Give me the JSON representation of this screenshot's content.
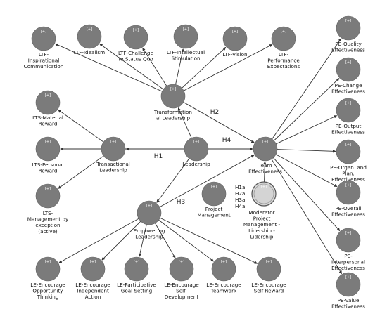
{
  "node_marker": "[+]",
  "colors": {
    "node_fill": "#7b7b7b",
    "moderator_fill": "#d4d4d4",
    "edge": "#333333",
    "text": "#111111"
  },
  "nodes": [
    {
      "id": "ltf-ic",
      "lines": [
        "LTF-",
        "Inspirational",
        "Communication"
      ],
      "shape": "circle"
    },
    {
      "id": "ltf-id",
      "lines": [
        "LTF-Idealism"
      ],
      "shape": "circle"
    },
    {
      "id": "ltf-cs",
      "lines": [
        "LTF-Challenge",
        "to Status Quo"
      ],
      "shape": "circle"
    },
    {
      "id": "ltf-is",
      "lines": [
        "LTF-Intellectual",
        "Stimulation"
      ],
      "shape": "circle"
    },
    {
      "id": "ltf-v",
      "lines": [
        "LTF-Vision"
      ],
      "shape": "circle"
    },
    {
      "id": "ltf-pe",
      "lines": [
        "LTF-",
        "Performance",
        "Expectations"
      ],
      "shape": "circle"
    },
    {
      "id": "tfl",
      "lines": [
        "Transformation",
        "al Leadership"
      ],
      "shape": "circle"
    },
    {
      "id": "lts-mr",
      "lines": [
        "LTS-Material",
        "Reward"
      ],
      "shape": "circle"
    },
    {
      "id": "lts-pr",
      "lines": [
        "LTS-Personal",
        "Reward"
      ],
      "shape": "circle"
    },
    {
      "id": "lts-me",
      "lines": [
        "LTS-",
        "Management by",
        "exception",
        "(active)"
      ],
      "shape": "circle"
    },
    {
      "id": "tsl",
      "lines": [
        "Transactional",
        "Leadership"
      ],
      "shape": "circle"
    },
    {
      "id": "lead",
      "lines": [
        "Leadership"
      ],
      "shape": "circle"
    },
    {
      "id": "te",
      "lines": [
        "Team",
        "Effectiveness"
      ],
      "shape": "circle"
    },
    {
      "id": "pm",
      "lines": [
        "Project",
        "Management"
      ],
      "shape": "circle"
    },
    {
      "id": "mod",
      "lines": [
        "Moderator",
        "Project",
        "Management -",
        "Lidership -",
        "Lidership"
      ],
      "shape": "moderator"
    },
    {
      "id": "el",
      "lines": [
        "Empowering",
        "Leadership"
      ],
      "shape": "circle"
    },
    {
      "id": "le-oot",
      "lines": [
        "LE-Encourage",
        "Opportunity",
        "Thinking"
      ],
      "shape": "circle"
    },
    {
      "id": "le-ia",
      "lines": [
        "LE-Encourage",
        "Independent",
        "Action"
      ],
      "shape": "circle"
    },
    {
      "id": "le-pgs",
      "lines": [
        "LE-Participative",
        "Goal Setting"
      ],
      "shape": "circle"
    },
    {
      "id": "le-sd",
      "lines": [
        "LE-Encourage",
        "Self-",
        "Development"
      ],
      "shape": "circle"
    },
    {
      "id": "le-tw",
      "lines": [
        "LE-Encourage",
        "Teamwork"
      ],
      "shape": "circle"
    },
    {
      "id": "le-sr",
      "lines": [
        "LE-Encourage",
        "Self-Reward"
      ],
      "shape": "circle"
    },
    {
      "id": "pe-q",
      "lines": [
        "PE-Quality",
        "Effectiveness"
      ],
      "shape": "circle"
    },
    {
      "id": "pe-c",
      "lines": [
        "PE-Change",
        "Effectiveness"
      ],
      "shape": "circle"
    },
    {
      "id": "pe-o",
      "lines": [
        "PE-Output",
        "Effectiveness"
      ],
      "shape": "circle"
    },
    {
      "id": "pe-op",
      "lines": [
        "PE-Organ. and",
        "Plan.",
        "Effectiveness"
      ],
      "shape": "circle"
    },
    {
      "id": "pe-ov",
      "lines": [
        "PE-Overall",
        "Effectiveness"
      ],
      "shape": "circle"
    },
    {
      "id": "pe-ip",
      "lines": [
        "PE-",
        "Interpersonal",
        "Effectiveness"
      ],
      "shape": "circle"
    },
    {
      "id": "pe-v",
      "lines": [
        "PE-Value",
        "Effectiveness"
      ],
      "shape": "circle"
    }
  ],
  "edges": [
    {
      "from": "tfl",
      "to": "ltf-ic"
    },
    {
      "from": "tfl",
      "to": "ltf-id"
    },
    {
      "from": "tfl",
      "to": "ltf-cs"
    },
    {
      "from": "tfl",
      "to": "ltf-is"
    },
    {
      "from": "tfl",
      "to": "ltf-v"
    },
    {
      "from": "tfl",
      "to": "ltf-pe"
    },
    {
      "from": "lead",
      "to": "tfl"
    },
    {
      "from": "tfl",
      "to": "te",
      "label": "H2"
    },
    {
      "from": "tsl",
      "to": "lts-mr"
    },
    {
      "from": "tsl",
      "to": "lts-pr"
    },
    {
      "from": "tsl",
      "to": "lts-me"
    },
    {
      "from": "lead",
      "to": "tsl"
    },
    {
      "from": "tsl",
      "to": "te",
      "label": "H1"
    },
    {
      "from": "lead",
      "to": "te",
      "label": "H4"
    },
    {
      "from": "lead",
      "to": "el"
    },
    {
      "from": "el",
      "to": "te",
      "label": "H3"
    },
    {
      "from": "mod",
      "to": "te"
    },
    {
      "from": "el",
      "to": "le-oot"
    },
    {
      "from": "el",
      "to": "le-ia"
    },
    {
      "from": "el",
      "to": "le-pgs"
    },
    {
      "from": "el",
      "to": "le-sd"
    },
    {
      "from": "el",
      "to": "le-tw"
    },
    {
      "from": "el",
      "to": "le-sr"
    },
    {
      "from": "te",
      "to": "pe-q"
    },
    {
      "from": "te",
      "to": "pe-c"
    },
    {
      "from": "te",
      "to": "pe-o"
    },
    {
      "from": "te",
      "to": "pe-op"
    },
    {
      "from": "te",
      "to": "pe-ov"
    },
    {
      "from": "te",
      "to": "pe-ip"
    },
    {
      "from": "te",
      "to": "pe-v"
    }
  ],
  "legend_labels": [
    "H1a",
    "H2a",
    "H3a",
    "H4a"
  ]
}
